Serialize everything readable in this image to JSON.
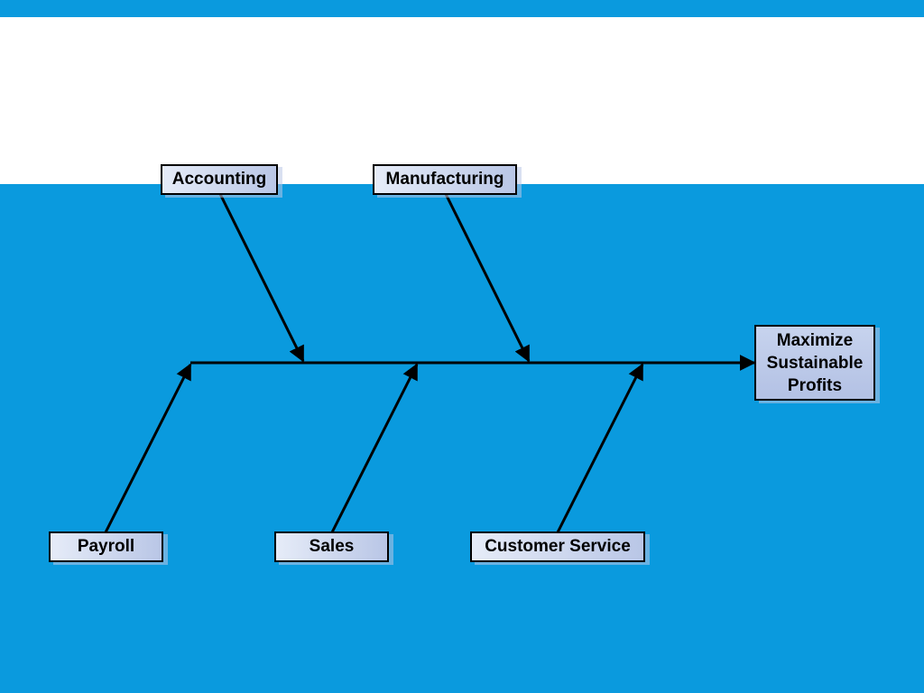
{
  "diagram": {
    "type": "fishbone",
    "effect": {
      "label": "Maximize Sustainable Profits"
    },
    "causes": [
      {
        "label": "Accounting",
        "side": "top"
      },
      {
        "label": "Manufacturing",
        "side": "top"
      },
      {
        "label": "Payroll",
        "side": "bottom"
      },
      {
        "label": "Sales",
        "side": "bottom"
      },
      {
        "label": "Customer Service",
        "side": "bottom"
      }
    ]
  },
  "colors": {
    "background": "#0a9ade",
    "band": "#ffffff",
    "box_fill": "#b9c6e6",
    "line": "#000000"
  }
}
